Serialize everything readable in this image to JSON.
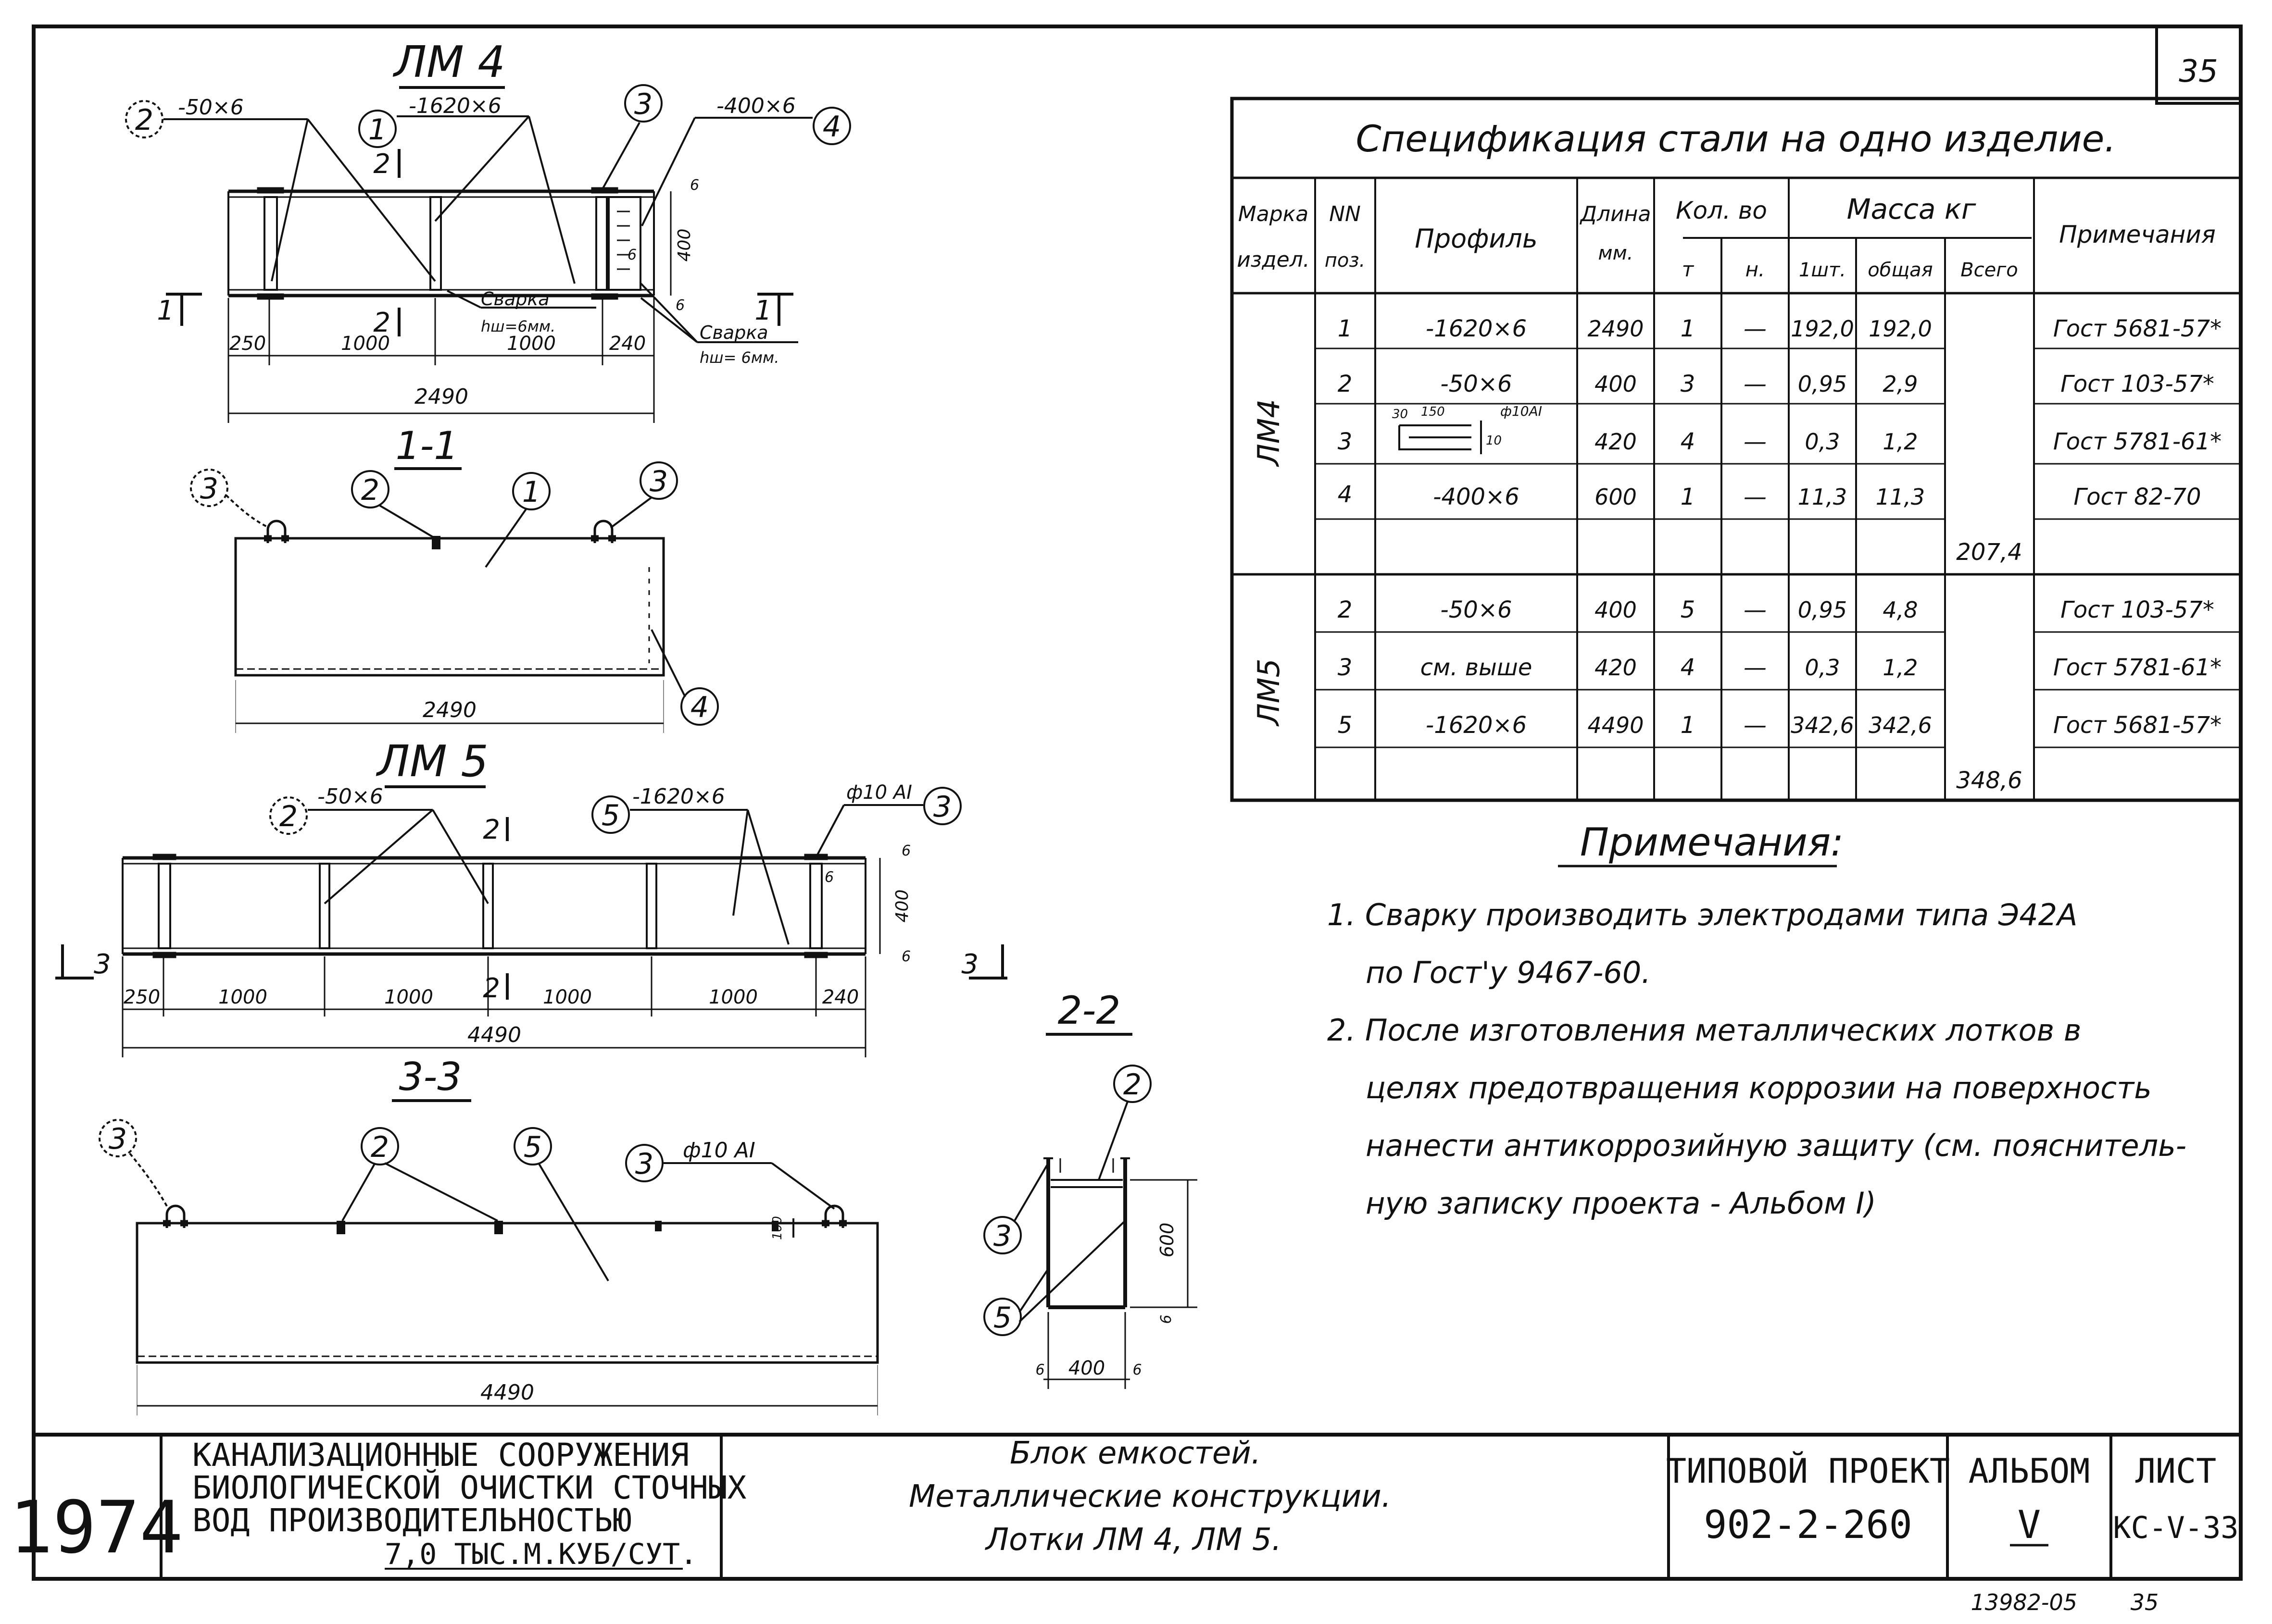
{
  "sheet": {
    "corner_number": "35",
    "footer_code": "13982-05",
    "footer_page": "35"
  },
  "views": {
    "lm4_plan": {
      "title": "ЛМ 4",
      "callouts": {
        "c2": "2",
        "c1": "1",
        "c3": "3",
        "c4": "4"
      },
      "labels": {
        "plate2": "-50×6",
        "plate1": "-1620×6",
        "plate4": "-400×6"
      },
      "weld_left": {
        "title": "Сварка",
        "note": "hш=6мм."
      },
      "weld_right": {
        "title": "Сварка",
        "note": "hш= 6мм."
      },
      "section_marks": {
        "sec1_left": "1",
        "sec1_right": "1",
        "sec2_top": "2",
        "sec2_bottom": "2"
      },
      "dims": {
        "d250": "250",
        "d1000a": "1000",
        "d1000b": "1000",
        "d240": "240",
        "total": "2490",
        "h400": "400",
        "t6a": "6",
        "t6b": "6",
        "t6c": "6"
      }
    },
    "sec_1_1": {
      "title": "1-1",
      "callouts": {
        "c3a": "3",
        "c2": "2",
        "c1": "1",
        "c3b": "3",
        "c4": "4"
      },
      "dims": {
        "total": "2490"
      }
    },
    "lm5_plan": {
      "title": "ЛМ 5",
      "callouts": {
        "c2": "2",
        "c5": "5",
        "c3": "3"
      },
      "labels": {
        "plate2": "-50×6",
        "plate5": "-1620×6",
        "rod": "ф10 АI"
      },
      "section_marks": {
        "sec3_left": "3",
        "sec3_right": "3",
        "sec2_top": "2",
        "sec2_bottom": "2"
      },
      "dims": {
        "d250": "250",
        "d1000a": "1000",
        "d1000b": "1000",
        "d1000c": "1000",
        "d1000d": "1000",
        "d240": "240",
        "total": "4490",
        "h400": "400",
        "t6a": "6",
        "t6b": "6",
        "t6c": "6"
      }
    },
    "sec_3_3": {
      "title": "3-3",
      "callouts": {
        "c3a": "3",
        "c2": "2",
        "c5": "5",
        "c3b": "3"
      },
      "labels": {
        "rod": "ф10 АI",
        "h100": "100"
      },
      "dims": {
        "total": "4490"
      }
    },
    "sec_2_2": {
      "title": "2-2",
      "callouts": {
        "c2": "2",
        "c3": "3",
        "c5": "5"
      },
      "dims": {
        "h600": "600",
        "t6": "6",
        "w400": "400",
        "s6a": "6",
        "s6b": "6"
      }
    }
  },
  "spec_table": {
    "title": "Спецификация  стали  на  одно  изделие.",
    "headers": {
      "mark_a": "Марка",
      "mark_b": "издел.",
      "pos_a": "NN",
      "pos_b": "поз.",
      "profile": "Профиль",
      "length_a": "Длина",
      "length_b": "мм.",
      "qty": "Кол. во",
      "qty_t": "т",
      "qty_n": "н.",
      "mass": "Масса  кг",
      "mass_one": "1шт.",
      "mass_total": "общая",
      "mass_all": "Всего",
      "note": "Примечания"
    },
    "groups": [
      {
        "mark": "ЛМ4",
        "total": "207,4",
        "rows": [
          {
            "pos": "1",
            "profile": "-1620×6",
            "length": "2490",
            "t": "1",
            "n": "—",
            "one": "192,0",
            "total": "192,0",
            "note": "Гост 5681-57*"
          },
          {
            "pos": "2",
            "profile": "-50×6",
            "length": "400",
            "t": "3",
            "n": "—",
            "one": "0,95",
            "total": "2,9",
            "note": "Гост 103-57*"
          },
          {
            "pos": "3",
            "profile": "",
            "length": "420",
            "t": "4",
            "n": "—",
            "one": "0,3",
            "total": "1,2",
            "note": "Гост 5781-61*"
          },
          {
            "pos": "4",
            "profile": "-400×6",
            "length": "600",
            "t": "1",
            "n": "—",
            "one": "11,3",
            "total": "11,3",
            "note": "Гост  82-70"
          }
        ]
      },
      {
        "mark": "ЛМ5",
        "total": "348,6",
        "rows": [
          {
            "pos": "2",
            "profile": "-50×6",
            "length": "400",
            "t": "5",
            "n": "—",
            "one": "0,95",
            "total": "4,8",
            "note": "Гост 103-57*"
          },
          {
            "pos": "3",
            "profile": "см. выше",
            "length": "420",
            "t": "4",
            "n": "—",
            "one": "0,3",
            "total": "1,2",
            "note": "Гост 5781-61*"
          },
          {
            "pos": "5",
            "profile": "-1620×6",
            "length": "4490",
            "t": "1",
            "n": "—",
            "one": "342,6",
            "total": "342,6",
            "note": "Гост 5681-57*"
          }
        ]
      }
    ],
    "sketch": {
      "a": "30",
      "b": "150",
      "rod": "ф10АI",
      "h": "10"
    }
  },
  "notes": {
    "heading": "Примечания:",
    "lines": [
      "1. Сварку  производить  электродами  типа  Э42А",
      "по Гост'у  9467-60.",
      "2. После  изготовления  металлических  лотков в",
      "целях  предотвращения  коррозии  на поверхность",
      "нанести  антикоррозийную  защиту (см.  пояснитель-",
      "ную  записку  проекта - Альбом I)"
    ]
  },
  "title_block": {
    "year": "1974",
    "org": [
      "КАНАЛИЗАЦИОННЫЕ  СООРУЖЕНИЯ",
      "БИОЛОГИЧЕСКОЙ ОЧИСТКИ СТОЧНЫХ",
      "ВОД   ПРОИЗВОДИТЕЛЬНОСТЬЮ",
      "7,0 ТЫС.М.КУБ/СУТ."
    ],
    "description": [
      "Блок    емкостей.",
      "Металлические    конструкции.",
      "Лотки  ЛМ 4,  ЛМ 5."
    ],
    "project_label": "ТИПОВОЙ ПРОЕКТ",
    "project_number": "902-2-260",
    "album_label": "АЛЬБОМ",
    "album_number": "V",
    "sheet_label": "ЛИСТ",
    "sheet_number": "КС-V-33"
  }
}
